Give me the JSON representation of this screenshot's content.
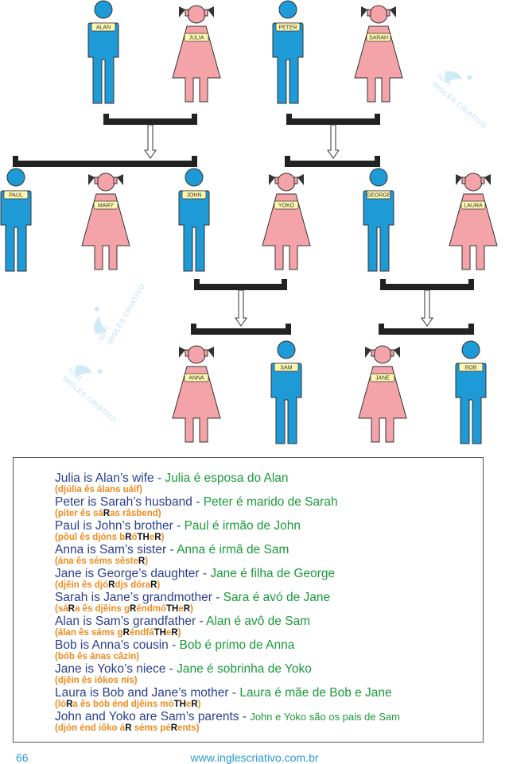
{
  "colors": {
    "male": "#1e9ad6",
    "female": "#f4a4a8",
    "connector": "#222222",
    "english": "#2a3f8f",
    "portuguese": "#1a9a3a",
    "pronunciation": "#f08a1c",
    "footer": "#2a9ad6"
  },
  "watermark": {
    "logo": "IOPI",
    "tagline": "INGLÊS CRIATIVO"
  },
  "people": {
    "alan": "ALAN",
    "julia": "JULIA",
    "peter": "PETER",
    "sarah": "SARAH",
    "paul": "PAUL",
    "mary": "MARY",
    "john": "JOHN",
    "yoko": "YOKO",
    "george": "GEORGE",
    "laura": "LAURA",
    "anna": "ANNA",
    "sam": "SAM",
    "jane": "JANE",
    "bob": "BOB"
  },
  "sentences": [
    {
      "en": "Julia is Alan’s wife",
      "pt": "Julia é esposa do Alan",
      "pron": [
        [
          "djúlia ês álans uáif",
          false
        ]
      ]
    },
    {
      "en": "Peter is Sarah’s husband",
      "pt": "Peter é marido de Sarah",
      "pron": [
        [
          "píter ês sá",
          false
        ],
        [
          "R",
          true
        ],
        [
          "as râsbend",
          false
        ]
      ]
    },
    {
      "en": "Paul is John’s brother",
      "pt": "Paul é irmão de John",
      "pron": [
        [
          "pôul ês djóns b",
          false
        ],
        [
          "R",
          true
        ],
        [
          "ó",
          false
        ],
        [
          "TH",
          true
        ],
        [
          "e",
          false
        ],
        [
          "R",
          true
        ]
      ]
    },
    {
      "en": "Anna is Sam’s sister",
      "pt": "Anna é irmã de Sam",
      "pron": [
        [
          "ána ês séms sêste",
          false
        ],
        [
          "R",
          true
        ]
      ]
    },
    {
      "en": "Jane is George’s daughter",
      "pt": "Jane é filha de George",
      "pron": [
        [
          "djêin ês djó",
          false
        ],
        [
          "R",
          true
        ],
        [
          "djs dóra",
          false
        ],
        [
          "R",
          true
        ]
      ]
    },
    {
      "en": "Sarah is Jane’s grandmother",
      "pt": "Sara é avó de Jane",
      "pron": [
        [
          "sá",
          false
        ],
        [
          "R",
          true
        ],
        [
          "a ês djêins g",
          false
        ],
        [
          "R",
          true
        ],
        [
          "éndmó",
          false
        ],
        [
          "TH",
          true
        ],
        [
          "e",
          false
        ],
        [
          "R",
          true
        ]
      ]
    },
    {
      "en": "Alan is Sam’s grandfather",
      "pt": "Alan é avô de Sam",
      "pron": [
        [
          "álan ês sáms g",
          false
        ],
        [
          "R",
          true
        ],
        [
          "éndfá",
          false
        ],
        [
          "TH",
          true
        ],
        [
          "e",
          false
        ],
        [
          "R",
          true
        ]
      ]
    },
    {
      "en": "Bob is Anna’s cousin",
      "pt": "Bob é primo de Anna",
      "pron": [
        [
          "bób ês ánas câzin",
          false
        ]
      ]
    },
    {
      "en": "Jane is Yoko’s niece",
      "pt": "Jane é sobrinha de Yoko",
      "pron": [
        [
          "djêin ês iôkos nís",
          false
        ]
      ]
    },
    {
      "en": "Laura is Bob and Jane’s mother",
      "pt": "Laura é mãe de Bob e Jane",
      "pron": [
        [
          "ló",
          false
        ],
        [
          "R",
          true
        ],
        [
          "a ês bób énd djêins mó",
          false
        ],
        [
          "TH",
          true
        ],
        [
          "e",
          false
        ],
        [
          "R",
          true
        ]
      ]
    },
    {
      "en": "John and Yoko are Sam’s parents",
      "pt": "John e Yoko são os pais de Sam",
      "pt_small": true,
      "pron": [
        [
          "djón énd iôko á",
          false
        ],
        [
          "R",
          true
        ],
        [
          " séms pé",
          false
        ],
        [
          "R",
          true
        ],
        [
          "ents",
          false
        ]
      ]
    }
  ],
  "footer": {
    "page": "66",
    "website": "www.inglescriativo.com.br"
  }
}
